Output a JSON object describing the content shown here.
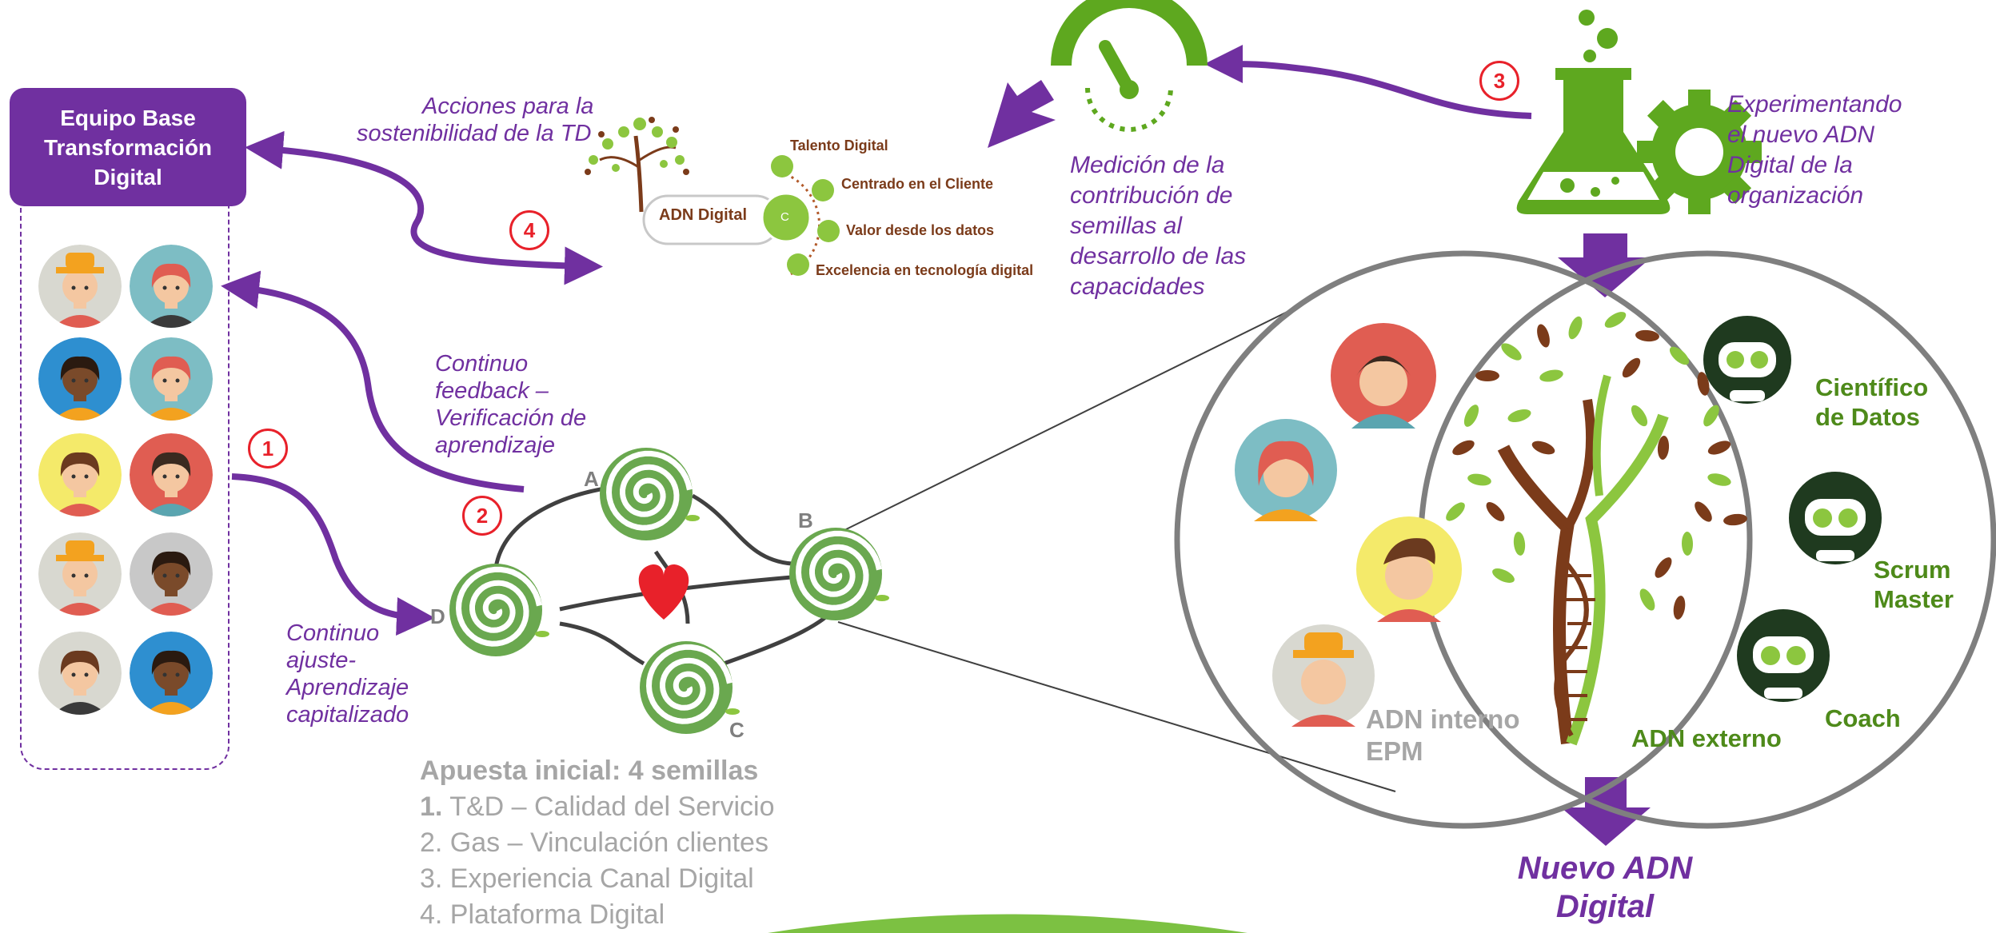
{
  "team": {
    "title_line1": "Equipo Base",
    "title_line2": "Transformación",
    "title_line3": "Digital"
  },
  "annotations": {
    "sostenibilidad_line1": "Acciones para la",
    "sostenibilidad_line2": "sostenibilidad de la TD",
    "feedback_line1": "Continuo",
    "feedback_line2": "feedback –",
    "feedback_line3": "Verificación de",
    "feedback_line4": "aprendizaje",
    "ajuste_line1": "Continuo",
    "ajuste_line2": "ajuste-",
    "ajuste_line3": "Aprendizaje",
    "ajuste_line4": "capitalizado",
    "medicion_line1": "Medición de la",
    "medicion_line2": "contribución de",
    "medicion_line3": "semillas al",
    "medicion_line4": "desarrollo de las",
    "medicion_line5": "capacidades",
    "experimentando_line1": "Experimentando",
    "experimentando_line2": "el nuevo ADN",
    "experimentando_line3": "Digital de la",
    "experimentando_line4": "organización"
  },
  "steps": [
    "1",
    "2",
    "3",
    "4"
  ],
  "adn_digital": {
    "label": "ADN Digital",
    "center_letter": "C",
    "items": [
      "Talento Digital",
      "Centrado en el Cliente",
      "Valor desde los datos",
      "Excelencia en tecnología digital"
    ]
  },
  "seeds": {
    "labels": [
      "A",
      "B",
      "C",
      "D"
    ]
  },
  "seeds_list": {
    "title": "Apuesta inicial: 4 semillas",
    "item1_num": "1.",
    "item1_text": " T&D – Calidad del Servicio",
    "item2": "2. Gas – Vinculación clientes",
    "item3": "3. Experiencia Canal Digital",
    "item4": "4. Plataforma Digital"
  },
  "venn": {
    "internal_line1": "ADN interno",
    "internal_line2": "EPM",
    "external": "ADN externo",
    "roles": {
      "cientifico_line1": "Científico",
      "cientifico_line2": "de Datos",
      "scrum_line1": "Scrum",
      "scrum_line2": "Master",
      "coach": "Coach"
    }
  },
  "result": {
    "line1": "Nuevo ADN",
    "line2": "Digital"
  },
  "colors": {
    "purple": "#7030a0",
    "green": "#4e8a1a",
    "bright_green": "#5ea81f",
    "red": "#e8212a",
    "gray": "#a6a6a6"
  }
}
